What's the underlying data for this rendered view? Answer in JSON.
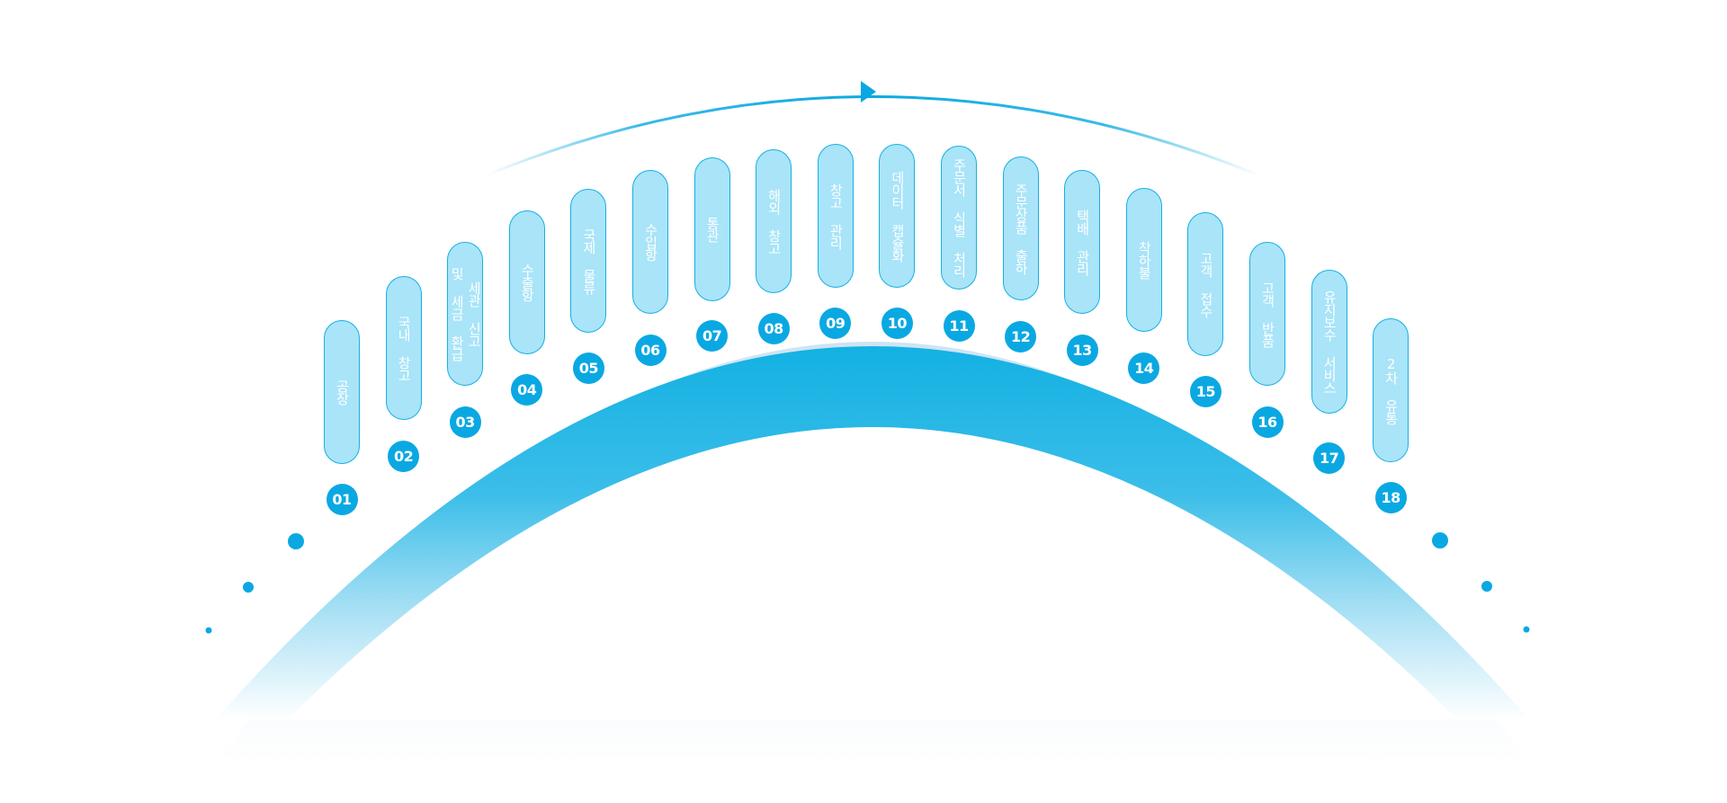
{
  "colors": {
    "accent": "#0aa8e2",
    "pill_fill": "#a9e4f8",
    "pill_border": "#16b0e3",
    "band": "#13b1e3",
    "light_band": "#d2e7f5"
  },
  "stages": [
    {
      "num": "01",
      "label": "공장"
    },
    {
      "num": "02",
      "label": "국내 창고"
    },
    {
      "num": "03",
      "label": "세관 신고\n및 세금 환급"
    },
    {
      "num": "04",
      "label": "수출항"
    },
    {
      "num": "05",
      "label": "국제 물류"
    },
    {
      "num": "06",
      "label": "수입항"
    },
    {
      "num": "07",
      "label": "통관"
    },
    {
      "num": "08",
      "label": "해외 창고"
    },
    {
      "num": "09",
      "label": "창고 관리"
    },
    {
      "num": "10",
      "label": "데이터 캡슐화"
    },
    {
      "num": "11",
      "label": "주문서 식별 처리"
    },
    {
      "num": "12",
      "label": "주문상품 출하"
    },
    {
      "num": "13",
      "label": "택배 관리"
    },
    {
      "num": "14",
      "label": "착하불"
    },
    {
      "num": "15",
      "label": "고객 접수"
    },
    {
      "num": "16",
      "label": "고객 반품"
    },
    {
      "num": "17",
      "label": "유지보수 서비스"
    },
    {
      "num": "18",
      "label": "2차 유통"
    }
  ]
}
